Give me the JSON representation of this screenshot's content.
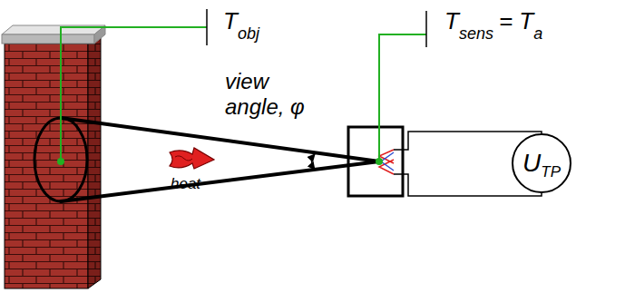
{
  "diagram": {
    "nodes": [
      {
        "text": [
          "U",
          "TP"
        ]
      }
    ],
    "labels": [
      "T",
      "obj",
      "T",
      "sens",
      "= T",
      "a",
      "view angle, φ",
      "heat"
    ]
  }
}
